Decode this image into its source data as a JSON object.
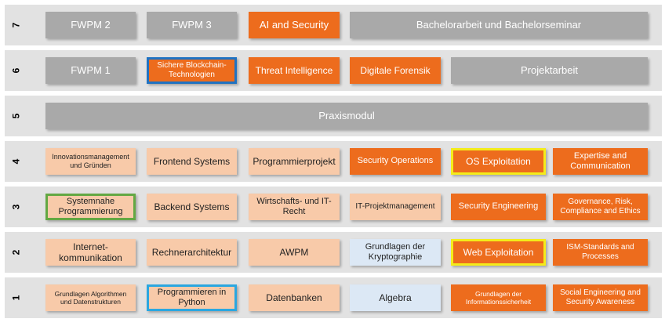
{
  "semesters": [
    {
      "number": "7",
      "modules": [
        {
          "label": "FWPM 2"
        },
        {
          "label": "FWPM 3"
        },
        {
          "label": "AI and Security"
        },
        {
          "label": "Bachelorarbeit und Bachelorseminar"
        }
      ]
    },
    {
      "number": "6",
      "modules": [
        {
          "label": "FWPM 1"
        },
        {
          "label": "Sichere Blockchain-Technologien"
        },
        {
          "label": "Threat Intelligence"
        },
        {
          "label": "Digitale Forensik"
        },
        {
          "label": "Projektarbeit"
        }
      ]
    },
    {
      "number": "5",
      "modules": [
        {
          "label": "Praxismodul"
        }
      ]
    },
    {
      "number": "4",
      "modules": [
        {
          "label": "Innovationsmanagement und Gründen"
        },
        {
          "label": "Frontend Systems"
        },
        {
          "label": "Programmierprojekt"
        },
        {
          "label": "Security Operations"
        },
        {
          "label": "OS Exploitation"
        },
        {
          "label": "Expertise and Communication"
        }
      ]
    },
    {
      "number": "3",
      "modules": [
        {
          "label": "Systemnahe Programmierung"
        },
        {
          "label": "Backend Systems"
        },
        {
          "label": "Wirtschafts- und IT-Recht"
        },
        {
          "label": "IT-Projektmanagement"
        },
        {
          "label": "Security Engineering"
        },
        {
          "label": "Governance, Risk, Compliance and Ethics"
        }
      ]
    },
    {
      "number": "2",
      "modules": [
        {
          "label": "Internet-kommunikation"
        },
        {
          "label": "Rechnerarchitektur"
        },
        {
          "label": "AWPM"
        },
        {
          "label": "Grundlagen der Kryptographie"
        },
        {
          "label": "Web Exploitation"
        },
        {
          "label": "ISM-Standards and Processes"
        }
      ]
    },
    {
      "number": "1",
      "modules": [
        {
          "label": "Grundlagen Algorithmen und Datenstrukturen"
        },
        {
          "label": "Programmieren in Python"
        },
        {
          "label": "Datenbanken"
        },
        {
          "label": "Algebra"
        },
        {
          "label": "Grundlagen der Informationssicherheit"
        },
        {
          "label": "Social Engineering and Security Awareness"
        }
      ]
    }
  ],
  "colors": {
    "row_band": "#e2e2e2",
    "grey_module": "#a9a9a9",
    "orange_module": "#ed6c1d",
    "peach_module": "#f8caa9",
    "blue_module": "#dce8f5",
    "highlight_blue": "#1f72c2",
    "highlight_cyan": "#2aa7e0",
    "highlight_yellow": "#f4ec1a",
    "highlight_green": "#63a843"
  }
}
